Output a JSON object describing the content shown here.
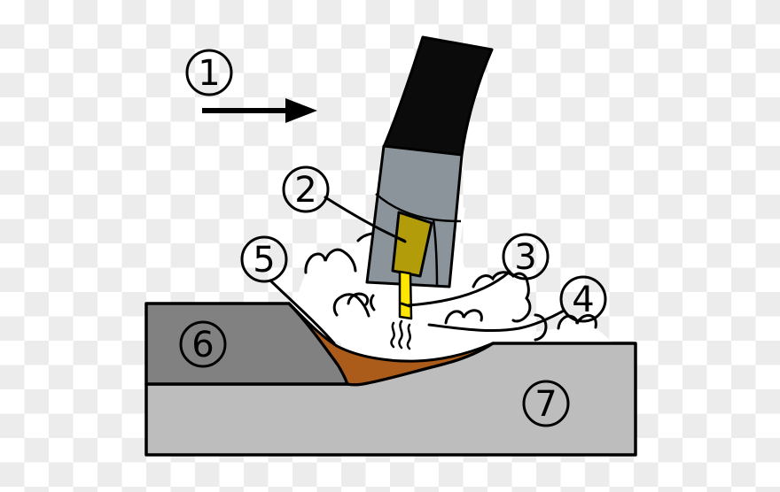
{
  "labels": [
    {
      "text": "1"
    },
    {
      "text": "2"
    },
    {
      "text": "3"
    },
    {
      "text": "4"
    },
    {
      "text": "5"
    },
    {
      "text": "6"
    },
    {
      "text": "7"
    }
  ],
  "colors": {
    "outline": "#000000",
    "arrow": "#000000",
    "cable": "#0b0b0b",
    "torch_body": "#8a949a",
    "contact_tip": "#b29c0a",
    "electrode_wire": "#ffe600",
    "weld_bead": "#818181",
    "workpiece": "#bdbdbd",
    "weld_pool": "#ab5c1a",
    "smoke": "#ffffff",
    "background_checker": "#ececec"
  }
}
